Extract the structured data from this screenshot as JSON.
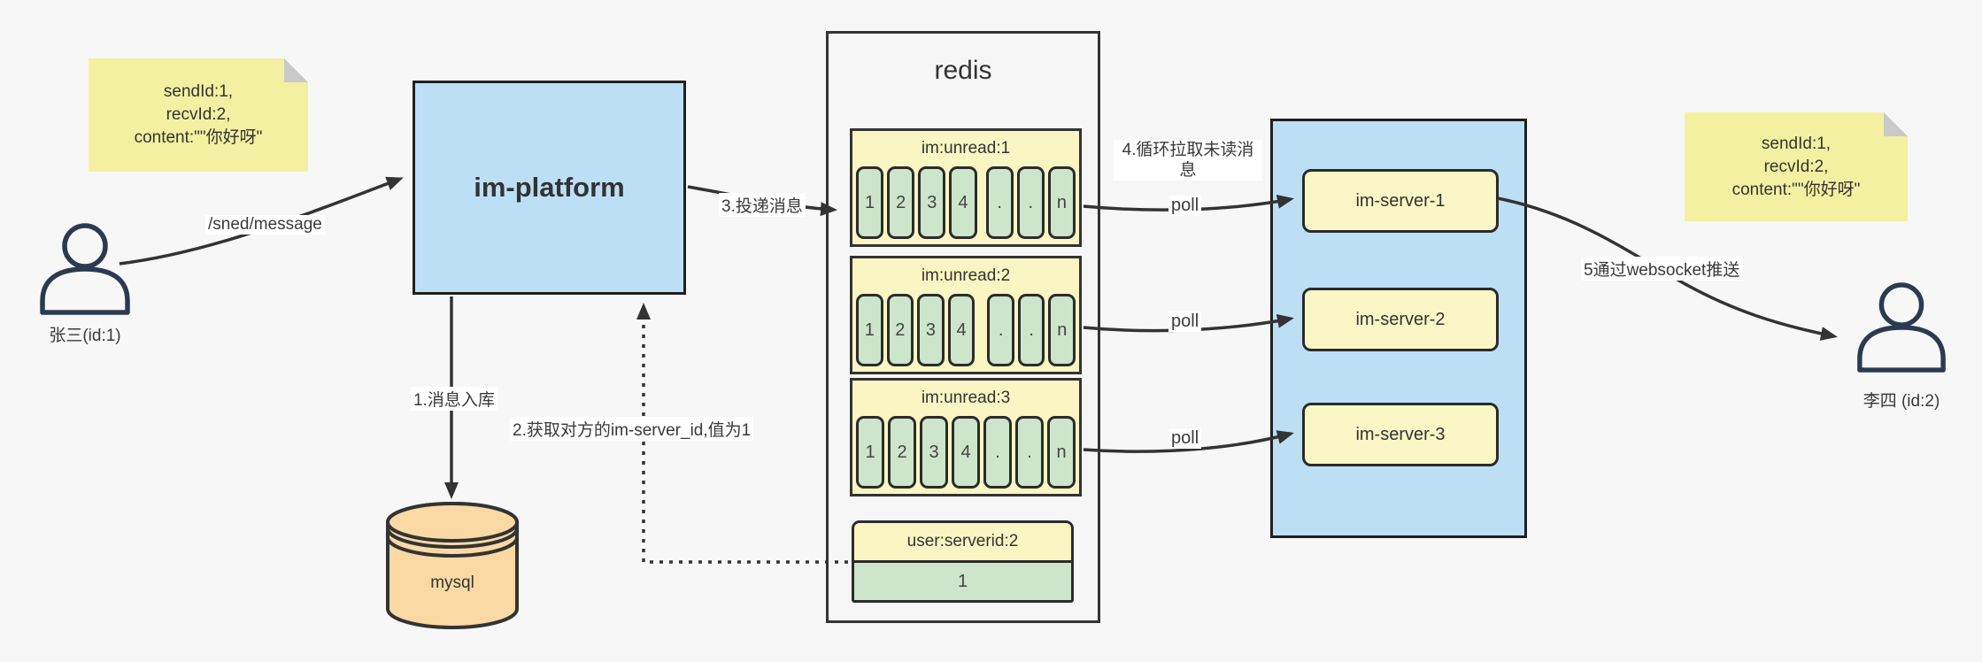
{
  "notes": {
    "left": {
      "lines": [
        "sendId:1,",
        "recvId:2,",
        "content:\"\"你好呀\""
      ]
    },
    "right": {
      "lines": [
        "sendId:1,",
        "recvId:2,",
        "content:\"\"你好呀\""
      ]
    }
  },
  "users": {
    "sender": {
      "label": "张三(id:1)"
    },
    "receiver": {
      "label": "李四 (id:2)"
    }
  },
  "platform": {
    "label": "im-platform"
  },
  "mysql": {
    "label": "mysql"
  },
  "redis": {
    "title": "redis",
    "queues": [
      {
        "header": "im:unread:1",
        "cells": [
          "1",
          "2",
          "3",
          "4",
          ".",
          ".",
          "n"
        ]
      },
      {
        "header": "im:unread:2",
        "cells": [
          "1",
          "2",
          "3",
          "4",
          ".",
          ".",
          "n"
        ]
      },
      {
        "header": "im:unread:3",
        "cells": [
          "1",
          "2",
          "3",
          "4",
          ".",
          ".",
          "n"
        ]
      }
    ],
    "kv": {
      "header": "user:serverid:2",
      "value": "1"
    }
  },
  "servers": {
    "items": [
      {
        "label": "im-server-1"
      },
      {
        "label": "im-server-2"
      },
      {
        "label": "im-server-3"
      }
    ]
  },
  "edges": {
    "send_path": "/sned/message",
    "step1": "1.消息入库",
    "step2": "2.获取对方的im-server_id,值为1",
    "step3": "3.投递消息",
    "step4": "4.循环拉取未读消息",
    "step5": "5通过websocket推送",
    "poll": "poll"
  },
  "colors": {
    "box_blue": "#BDDFF6",
    "note_yellow": "#F4F0A1",
    "panel_yellow": "#FAF6C3",
    "cell_green": "#CCE5CB",
    "mysql_orange": "#FAD9A4",
    "redis_gray": "#F6F6F6",
    "line_dark": "#333333",
    "person_navy": "#2C3A50"
  }
}
